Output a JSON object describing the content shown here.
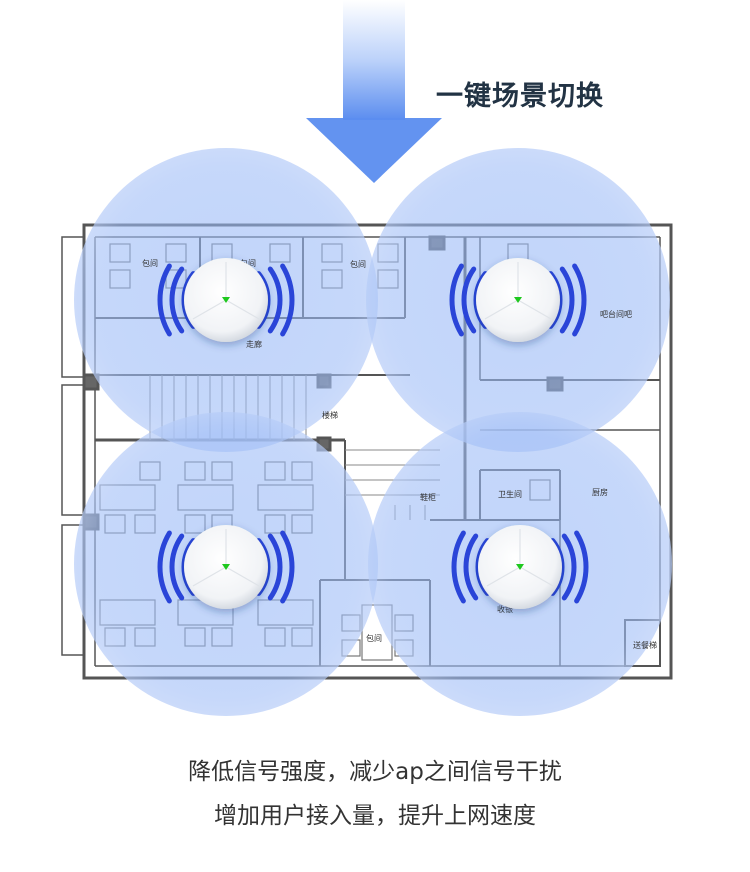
{
  "headline": "一键场景切换",
  "captions": {
    "line1": "降低信号强度，减少ap之间信号干扰",
    "line2": "增加用户接入量，提升上网速度"
  },
  "room_labels": {
    "private_room_1": "包间",
    "private_room_2": "包间",
    "private_room_3": "包间",
    "corridor": "走廊",
    "bar": "吧台间吧",
    "stairs": "楼梯",
    "shoe_cabinet": "鞋柜",
    "restroom": "卫生间",
    "kitchen": "厨房",
    "cashier": "收银",
    "private_room_4": "包间",
    "elevator": "送餐梯"
  },
  "colors": {
    "coverage_fill": "#8fb3f5",
    "signal_wave": "#2a45d8",
    "arrow_top": "#ffffff",
    "arrow_bottom": "#5b8def",
    "ap_indicator": "#1ec81e"
  }
}
